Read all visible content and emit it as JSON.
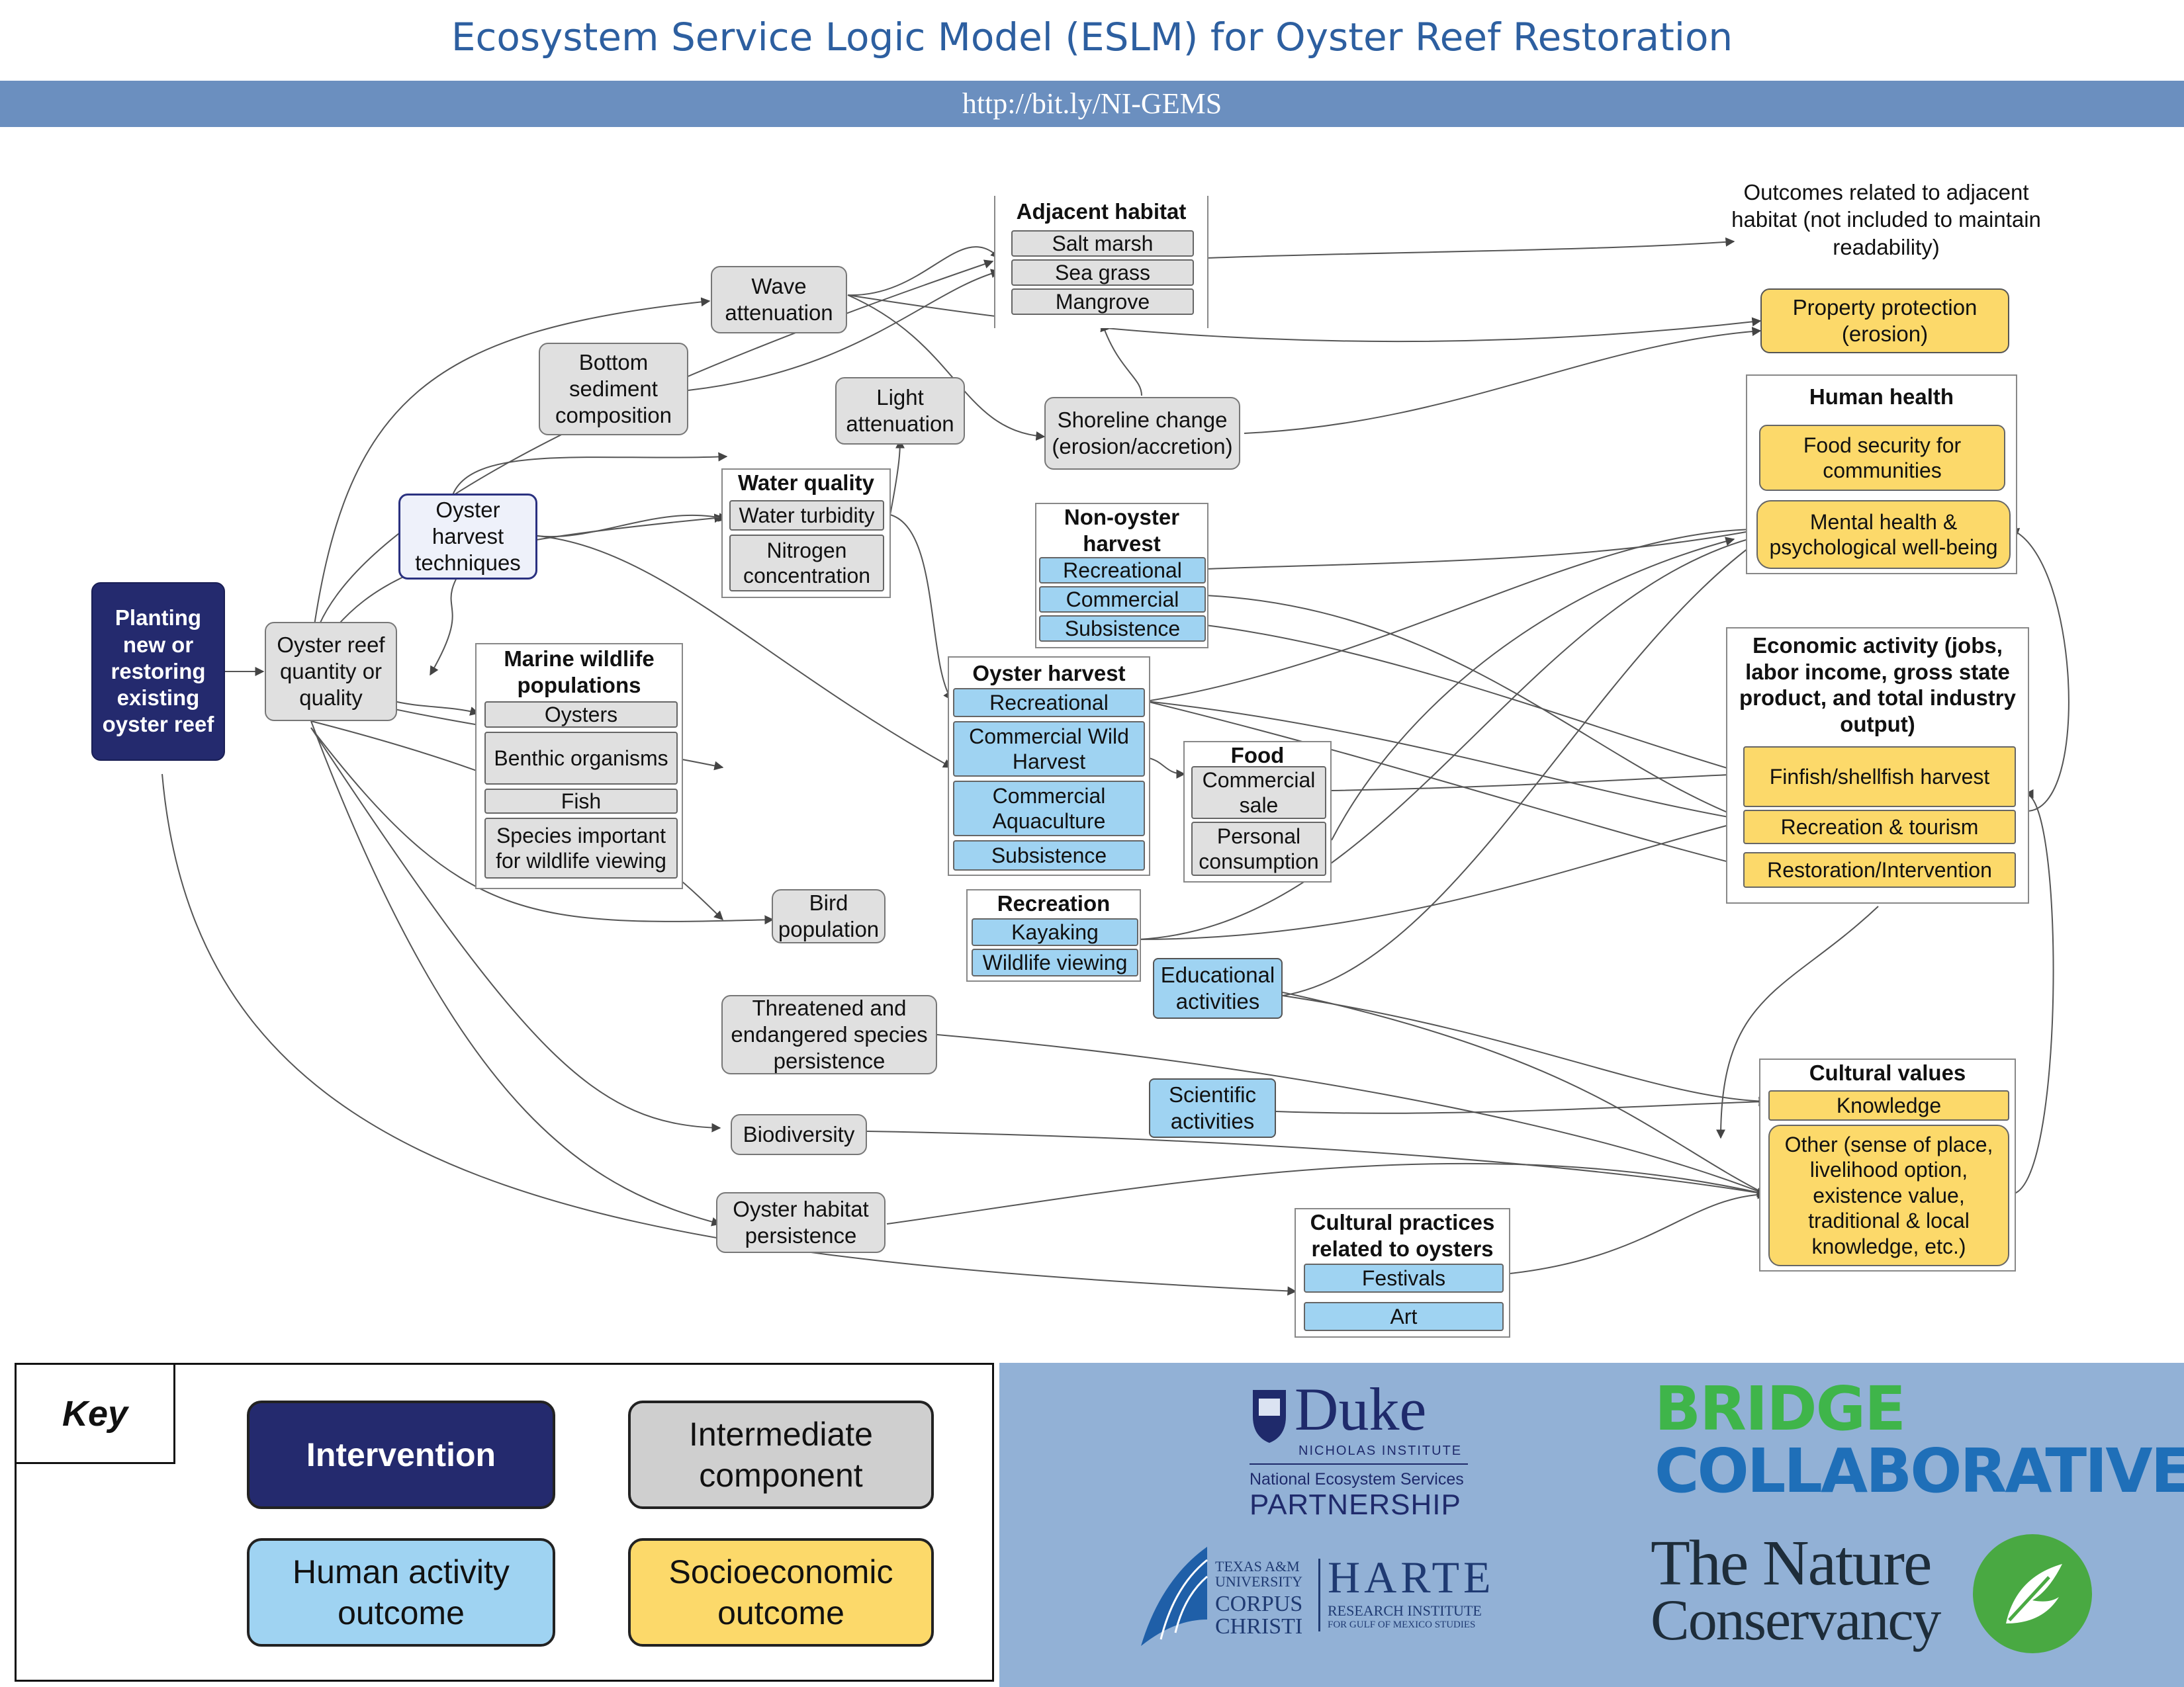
{
  "title": "Ecosystem Service Logic Model (ESLM) for Oyster Reef Restoration",
  "url": "http://bit.ly/NI-GEMS",
  "nodes": {
    "planting": "Planting new or restoring existing oyster reef",
    "reef_quality": "Oyster reef quantity or quality",
    "harvest_techniques": "Oyster harvest techniques",
    "bottom_sediment": "Bottom sediment composition",
    "wave_attenuation": "Wave attenuation",
    "light_attenuation": "Light attenuation",
    "shoreline_change": "Shoreline change (erosion/accretion)",
    "bird_population": "Bird population",
    "threatened_species": "Threatened and endangered species persistence",
    "biodiversity": "Biodiversity",
    "oyster_habitat": "Oyster habitat persistence",
    "educational": "Educational activities",
    "scientific": "Scientific activities",
    "adjacent_outcomes_note": "Outcomes related to adjacent habitat (not included to maintain readability)",
    "property_protection": "Property protection (erosion)"
  },
  "groups": {
    "adjacent_habitat": {
      "title": "Adjacent habitat",
      "items": [
        "Salt marsh",
        "Sea grass",
        "Mangrove"
      ]
    },
    "water_quality": {
      "title": "Water quality",
      "items": [
        "Water turbidity",
        "Nitrogen concentration"
      ]
    },
    "marine_wildlife": {
      "title": "Marine wildlife populations",
      "items": [
        "Oysters",
        "Benthic organisms",
        "Fish",
        "Species important for wildlife viewing"
      ]
    },
    "non_oyster_harvest": {
      "title": "Non-oyster harvest",
      "items": [
        "Recreational",
        "Commercial",
        "Subsistence"
      ]
    },
    "oyster_harvest": {
      "title": "Oyster harvest",
      "items": [
        "Recreational",
        "Commercial Wild Harvest",
        "Commercial Aquaculture",
        "Subsistence"
      ]
    },
    "food": {
      "title": "Food",
      "items": [
        "Commercial sale",
        "Personal consumption"
      ]
    },
    "recreation": {
      "title": "Recreation",
      "items": [
        "Kayaking",
        "Wildlife viewing"
      ]
    },
    "cultural_practices": {
      "title": "Cultural practices related to oysters",
      "items": [
        "Festivals",
        "Art"
      ]
    },
    "human_health": {
      "title": "Human health",
      "items": [
        "Food security for communities",
        "Mental health & psychological well-being"
      ]
    },
    "economic": {
      "title": "Economic activity (jobs, labor income, gross state product, and total industry output)",
      "items": [
        "Finfish/shellfish harvest",
        "Recreation & tourism",
        "Restoration/Intervention"
      ]
    },
    "cultural_values": {
      "title": "Cultural values",
      "items": [
        "Knowledge",
        "Other (sense of place, livelihood option, existence value, traditional & local knowledge, etc.)"
      ]
    }
  },
  "key": {
    "label": "Key",
    "intervention": "Intervention",
    "intermediate": "Intermediate component",
    "human_activity": "Human activity outcome",
    "socioeconomic": "Socioeconomic outcome"
  },
  "logos": {
    "duke_name": "Duke",
    "duke_institute": "NICHOLAS INSTITUTE",
    "nesp_line1": "National Ecosystem Services",
    "nesp_line2": "PARTNERSHIP",
    "bridge_line1": "BRIDGE",
    "bridge_line2": "COLLABORATIVE",
    "tamu_line1": "TEXAS A&M UNIVERSITY",
    "tamu_line2": "CORPUS CHRISTI",
    "harte_name": "HARTE",
    "harte_line1": "RESEARCH INSTITUTE",
    "harte_line2": "FOR GULF OF MEXICO STUDIES",
    "tnc_line1": "The Nature",
    "tnc_line2": "Conservancy"
  },
  "colors": {
    "title": "#2d5fa0",
    "url_bar": "#6b8fbf",
    "intervention": "#242a6e",
    "intermediate": "#e0e0e0",
    "human_activity": "#9fd3f2",
    "socioeconomic": "#fcd96a",
    "logo_panel": "#92b1d6"
  }
}
